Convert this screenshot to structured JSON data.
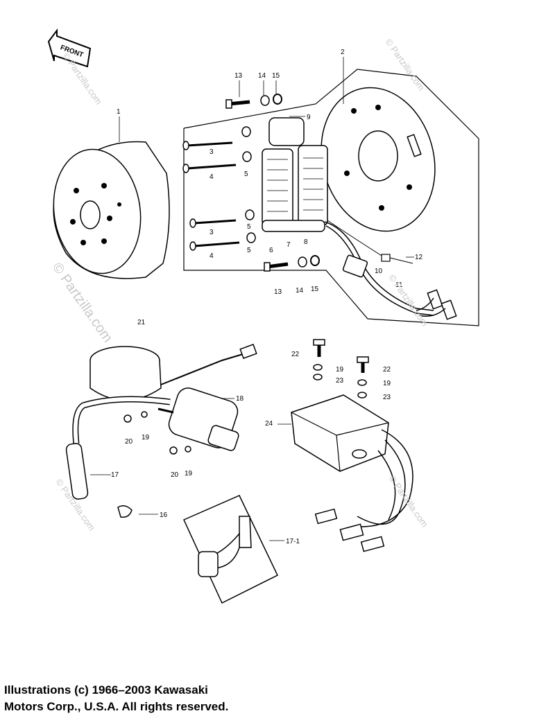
{
  "front_label": "FRONT",
  "callouts": {
    "c1": "1",
    "c2": "2",
    "c3a": "3",
    "c3b": "3",
    "c4a": "4",
    "c4b": "4",
    "c5a": "5",
    "c5b": "5",
    "c5c": "5",
    "c6": "6",
    "c7": "7",
    "c8": "8",
    "c9": "9",
    "c10": "10",
    "c11": "11",
    "c12": "12",
    "c13a": "13",
    "c13b": "13",
    "c14a": "14",
    "c14b": "14",
    "c15a": "15",
    "c15b": "15",
    "c16": "16",
    "c17": "17",
    "c17_1": "17-1",
    "c18": "18",
    "c19a": "19",
    "c19b": "19",
    "c19c": "19",
    "c19d": "19",
    "c20a": "20",
    "c20b": "20",
    "c21": "21",
    "c22a": "22",
    "c22b": "22",
    "c23a": "23",
    "c23b": "23",
    "c24": "24"
  },
  "watermarks": {
    "main": "© Partzilla.com",
    "w1": "© Partzilla.com",
    "w2": "© Partzilla.com",
    "w3": "© Partzilla.com",
    "w4": "© Partzilla.com",
    "w5": "© Partzilla.com"
  },
  "copyright": {
    "line1": "Illustrations (c) 1966–2003 Kawasaki",
    "line2": "Motors Corp., U.S.A.  All rights reserved."
  }
}
